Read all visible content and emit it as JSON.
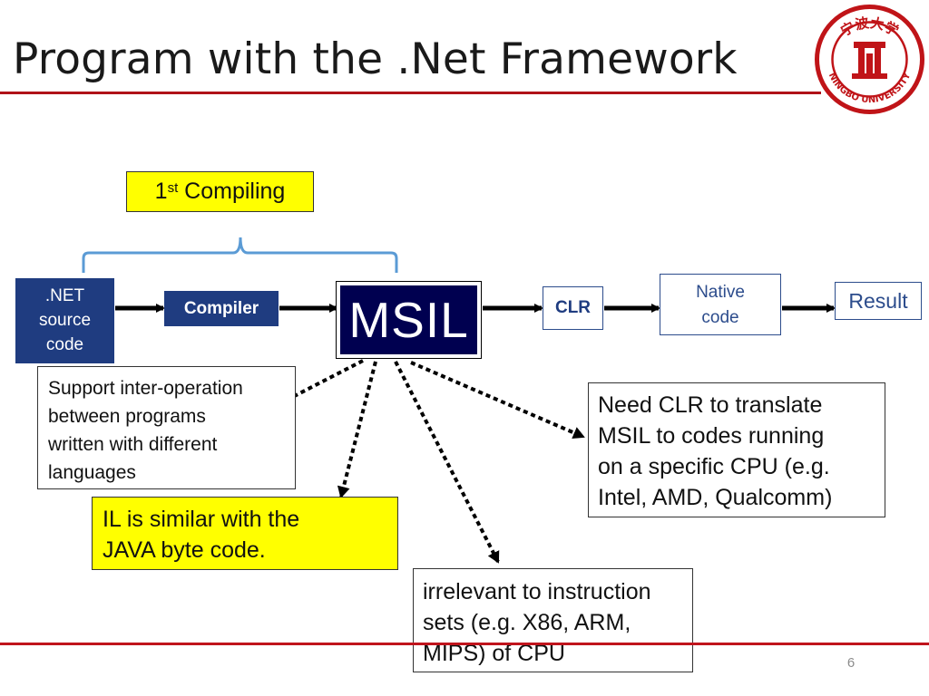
{
  "slide": {
    "title": "Program with the .Net Framework",
    "page_number": "6"
  },
  "logo": {
    "name": "NINGBO UNIVERSITY",
    "chinese": "宁波大学",
    "color": "#c01418"
  },
  "diagram": {
    "compiling_label": "1",
    "compiling_sup": "st",
    "compiling_rest": " Compiling",
    "net_source": [
      ".NET",
      "source",
      "code"
    ],
    "compiler": "Compiler",
    "msil": "MSIL",
    "clr": "CLR",
    "native_code": [
      "Native",
      "code"
    ],
    "result": "Result"
  },
  "notes": {
    "interop": [
      "Support inter-operation",
      "between programs",
      "written with different",
      "languages"
    ],
    "java": [
      "IL is similar with the",
      "JAVA byte code."
    ],
    "isa": [
      "irrelevant to instruction",
      "sets (e.g. X86, ARM,",
      "MIPS) of CPU"
    ],
    "clr_translate": [
      "Need CLR to translate",
      "MSIL to codes running",
      "on a specific CPU (e.g.",
      "Intel, AMD, Qualcomm)"
    ]
  },
  "colors": {
    "accent_red": "#c0141c",
    "dark_blue": "#1f3c80",
    "msil_bg": "#000050",
    "highlight_yellow": "#ffff00",
    "brace_blue": "#5b9bd5"
  }
}
